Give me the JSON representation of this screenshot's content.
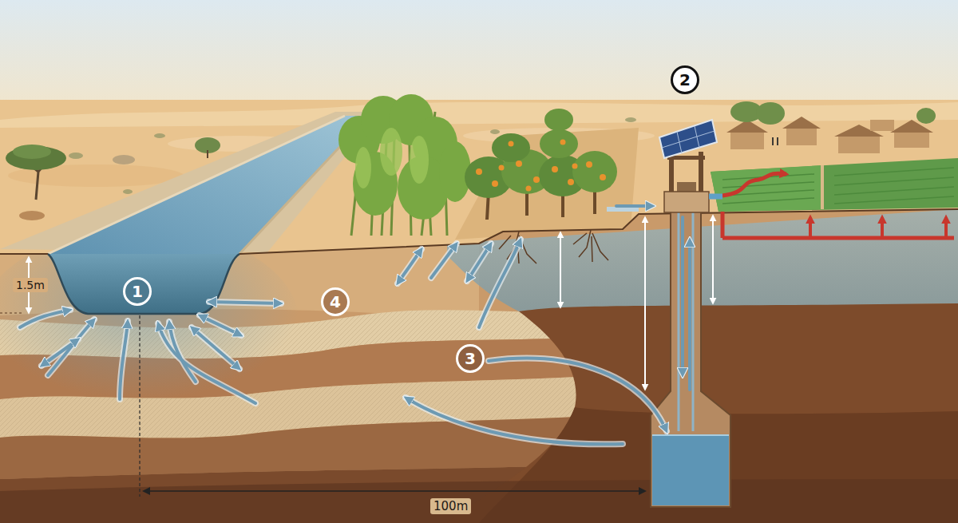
{
  "diagram": {
    "labels": [
      "1.5m",
      "1",
      "2",
      "3",
      "4",
      "100m"
    ]
  }
}
